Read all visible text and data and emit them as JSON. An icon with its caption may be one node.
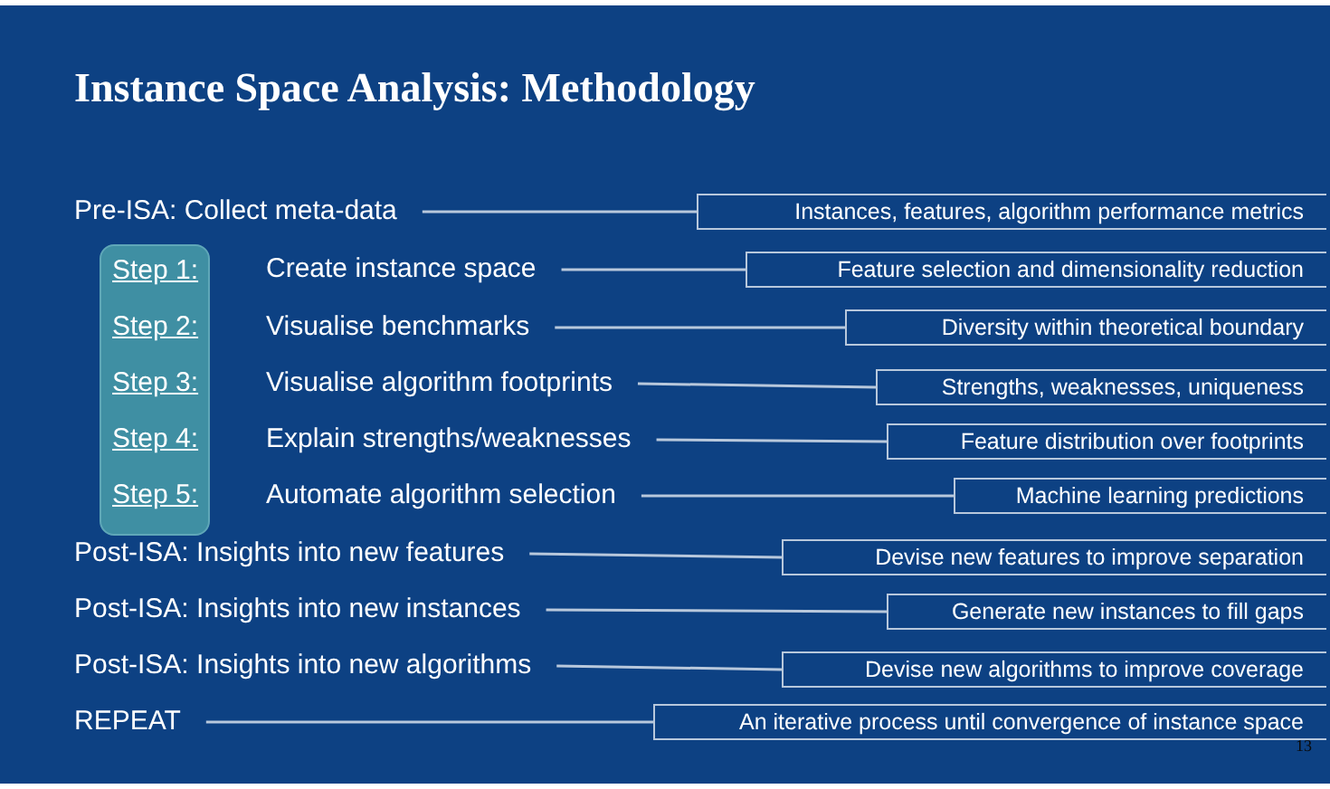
{
  "diagram": {
    "title": "Instance Space Analysis: Methodology",
    "nodes": [
      {
        "text": [
          "Pre-ISA: Collect meta-data"
        ]
      },
      {
        "text": [
          "Instances, features, algorithm performance metrics"
        ]
      },
      {
        "text": [
          "Step 1:",
          "Step 2:",
          "Step 3:",
          "Step 4:",
          "Step 5:"
        ]
      },
      {
        "text": [
          "Create instance space"
        ]
      },
      {
        "text": [
          "Feature selection and dimensionality reduction"
        ]
      },
      {
        "text": [
          "Visualise benchmarks"
        ]
      },
      {
        "text": [
          "Diversity within theoretical boundary"
        ]
      },
      {
        "text": [
          "Visualise algorithm footprints"
        ]
      },
      {
        "text": [
          "Strengths, weaknesses, uniqueness"
        ]
      },
      {
        "text": [
          "Explain strengths/weaknesses"
        ]
      },
      {
        "text": [
          "Feature distribution over footprints"
        ]
      },
      {
        "text": [
          "Automate algorithm selection"
        ]
      },
      {
        "text": [
          "Machine learning predictions"
        ]
      },
      {
        "text": [
          "Post-ISA: Insights into new features"
        ]
      },
      {
        "text": [
          "Devise new features to improve separation"
        ]
      },
      {
        "text": [
          "Post-ISA: Insights into new instances"
        ]
      },
      {
        "text": [
          "Generate new instances to fill gaps"
        ]
      },
      {
        "text": [
          "Post-ISA: Insights into new algorithms"
        ]
      },
      {
        "text": [
          "Devise new algorithms to improve coverage"
        ]
      },
      {
        "text": [
          "REPEAT"
        ]
      },
      {
        "text": [
          "An iterative process until convergence of instance space"
        ]
      }
    ],
    "edges": [
      {
        "from": 0,
        "to": 1,
        "arrow": "none"
      },
      {
        "from": 3,
        "to": 4,
        "arrow": "none"
      },
      {
        "from": 5,
        "to": 6,
        "arrow": "none"
      },
      {
        "from": 7,
        "to": 8,
        "arrow": "none"
      },
      {
        "from": 9,
        "to": 10,
        "arrow": "none"
      },
      {
        "from": 11,
        "to": 12,
        "arrow": "none"
      },
      {
        "from": 13,
        "to": 14,
        "arrow": "none"
      },
      {
        "from": 15,
        "to": 16,
        "arrow": "none"
      },
      {
        "from": 17,
        "to": 18,
        "arrow": "none"
      },
      {
        "from": 19,
        "to": 20,
        "arrow": "none"
      }
    ],
    "labels": [
      "13"
    ]
  }
}
